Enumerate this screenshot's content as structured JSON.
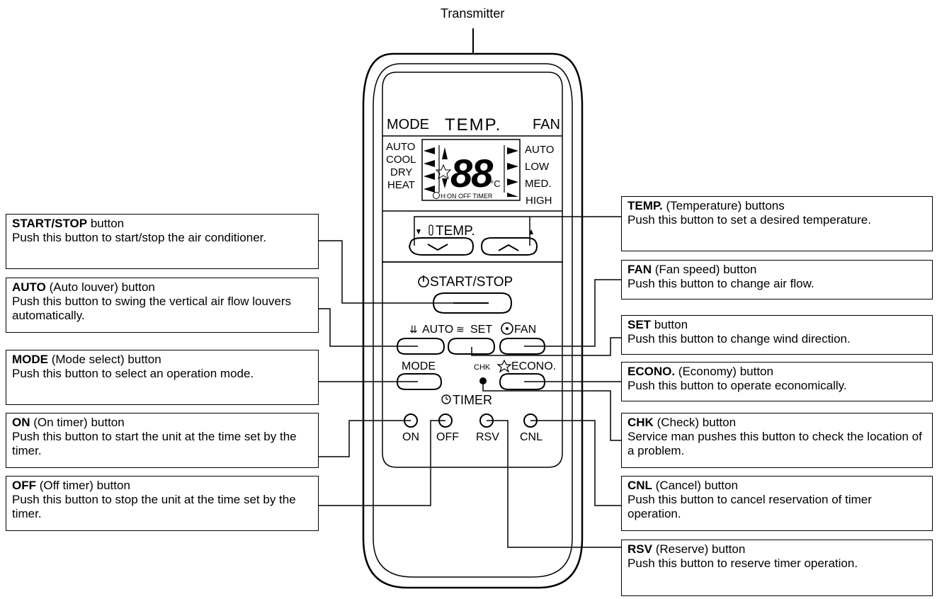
{
  "transmitter_label": "Transmitter",
  "display": {
    "mode_header": "MODE",
    "temp_header": "TEMP.",
    "fan_header": "FAN",
    "mode_options": [
      "AUTO",
      "COOL",
      "DRY",
      "HEAT"
    ],
    "fan_options": [
      "AUTO",
      "LOW",
      "MED.",
      "HIGH"
    ],
    "digits": "88",
    "unit": "°C",
    "timer_row": "H:ON OFF TIMER"
  },
  "remote_labels": {
    "temp": "TEMP.",
    "start_stop": "START/STOP",
    "auto": "AUTO",
    "set": "SET",
    "fan": "FAN",
    "mode": "MODE",
    "chk": "CHK",
    "econo": "ECONO.",
    "timer": "TIMER",
    "on": "ON",
    "off": "OFF",
    "rsv": "RSV",
    "cnl": "CNL"
  },
  "callouts": {
    "start_stop": {
      "name": "START/STOP",
      "qualifier": " button",
      "desc": "Push this button to start/stop the air conditioner."
    },
    "auto": {
      "name": "AUTO",
      "qualifier": " (Auto louver) button",
      "desc": "Push this button to swing the vertical air flow louvers automatically."
    },
    "mode": {
      "name": "MODE",
      "qualifier": " (Mode select) button",
      "desc": "Push this button to select an operation mode."
    },
    "on": {
      "name": "ON",
      "qualifier": " (On timer) button",
      "desc": "Push this button to start the unit at the time set by the timer."
    },
    "off": {
      "name": "OFF",
      "qualifier": " (Off timer) button",
      "desc": "Push this button to stop the unit at the time set by the timer."
    },
    "temp": {
      "name": "TEMP.",
      "qualifier": " (Temperature) buttons",
      "desc": "Push this button to set a desired temperature."
    },
    "fan": {
      "name": "FAN",
      "qualifier": " (Fan speed) button",
      "desc": "Push this button to change air flow."
    },
    "set": {
      "name": "SET",
      "qualifier": " button",
      "desc": "Push this button to change wind direction."
    },
    "econo": {
      "name": "ECONO.",
      "qualifier": " (Economy) button",
      "desc": "Push this button to operate economically."
    },
    "chk": {
      "name": "CHK",
      "qualifier": " (Check) button",
      "desc": "Service man pushes this button to check the location of a problem."
    },
    "cnl": {
      "name": "CNL",
      "qualifier": " (Cancel) button",
      "desc": "Push this button to cancel reservation of timer operation."
    },
    "rsv": {
      "name": "RSV",
      "qualifier": " (Reserve) button",
      "desc": "Push this button to reserve timer operation."
    }
  }
}
